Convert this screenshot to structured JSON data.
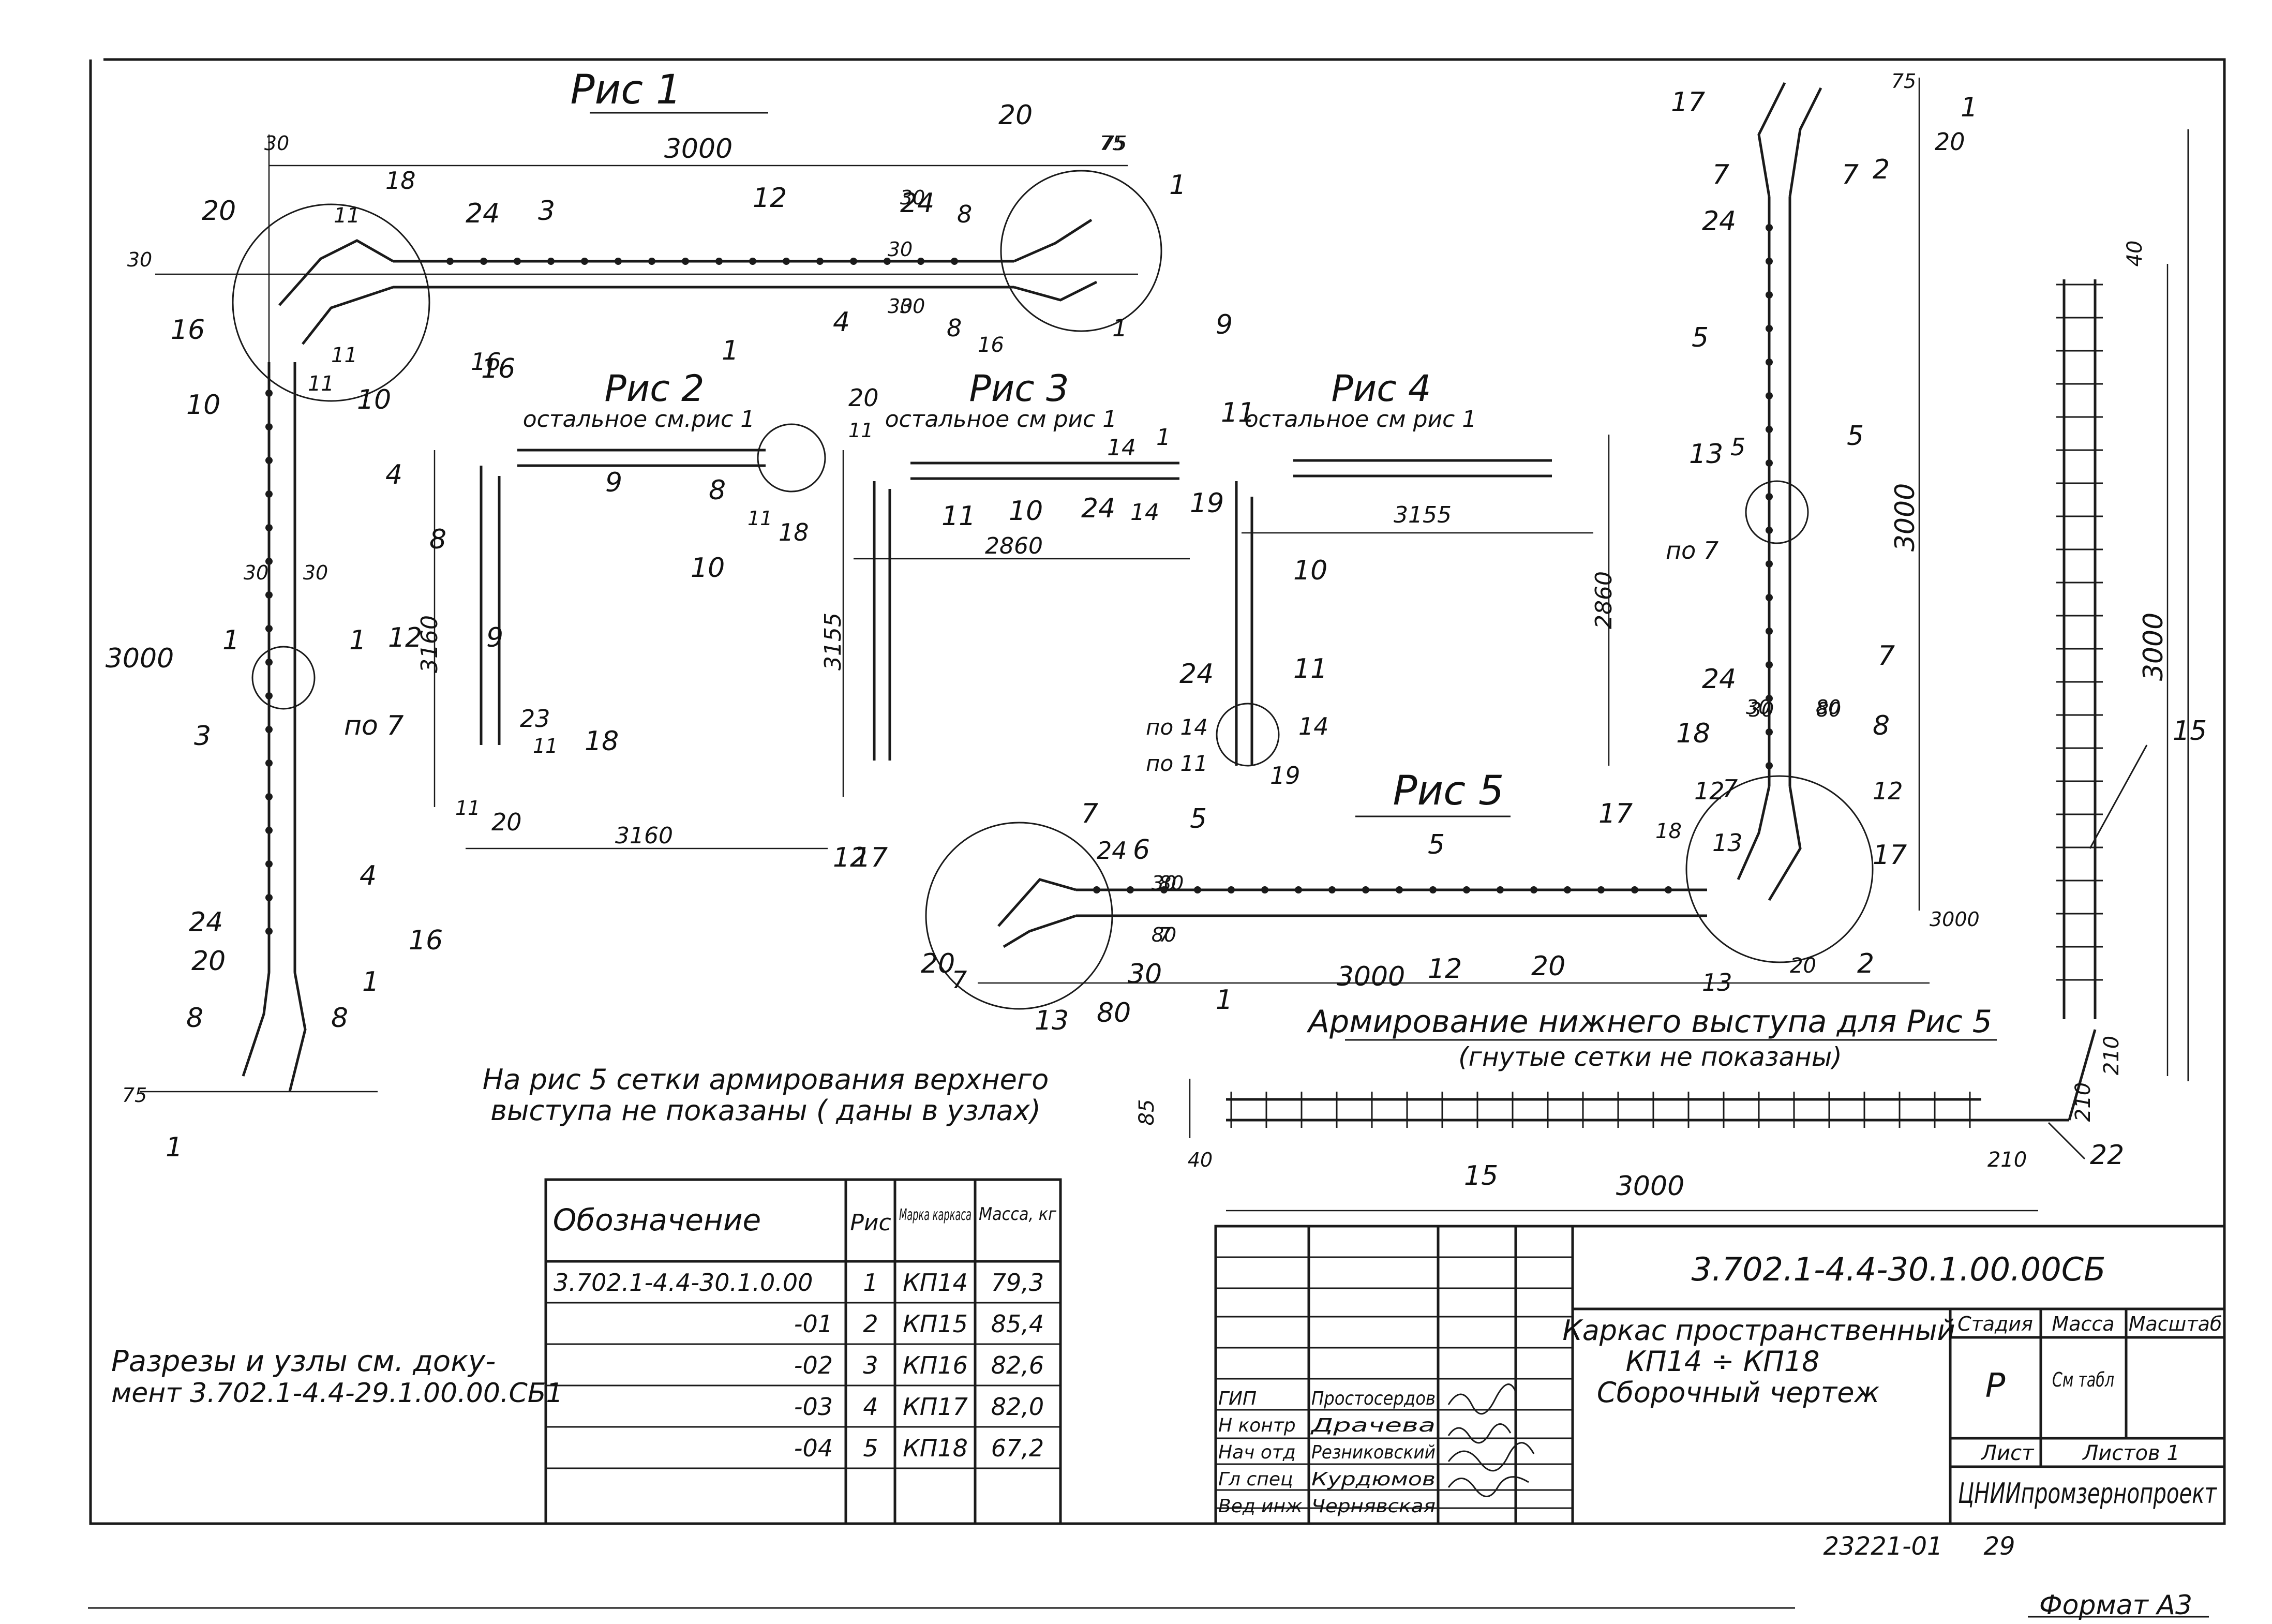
{
  "figures": {
    "fig1": {
      "title": "Рис 1",
      "dims": [
        "3000",
        "30",
        "30",
        "75",
        "30",
        "30",
        "30",
        "30",
        "3000",
        "75"
      ],
      "callouts": [
        "20",
        "18",
        "11",
        "11",
        "24",
        "3",
        "12",
        "24",
        "8",
        "20",
        "75",
        "1",
        "16",
        "4",
        "30",
        "30",
        "8",
        "16",
        "1",
        "9",
        "1",
        "16",
        "10",
        "10",
        "11",
        "4",
        "16",
        "1",
        "1",
        "12",
        "по 7",
        "3",
        "4",
        "24",
        "16",
        "20",
        "1",
        "8",
        "8",
        "1"
      ]
    },
    "fig2": {
      "title": "Рис 2",
      "subtitle": "остальное см.рис 1",
      "dims": [
        "3160",
        "3160"
      ],
      "callouts": [
        "20",
        "11",
        "9",
        "8",
        "18",
        "10",
        "11",
        "8",
        "9",
        "23",
        "11",
        "18",
        "11",
        "20"
      ]
    },
    "fig3": {
      "title": "Рис 3",
      "subtitle": "остальное см рис 1",
      "dims": [
        "2860",
        "3155"
      ],
      "callouts": [
        "11",
        "14",
        "1",
        "11",
        "10",
        "24",
        "14",
        "19",
        "12"
      ]
    },
    "fig4": {
      "title": "Рис 4",
      "subtitle": "остальное см рис 1",
      "dims": [
        "3155",
        "2860"
      ],
      "callouts": [
        "10",
        "11",
        "24",
        "по 14",
        "14",
        "по 11",
        "19"
      ]
    },
    "fig5": {
      "title": "Рис 5",
      "dims": [
        "3000",
        "3000",
        "30",
        "80",
        "30",
        "80",
        "75"
      ],
      "callouts": [
        "1",
        "20",
        "17",
        "2",
        "7",
        "7",
        "24",
        "24",
        "5",
        "5",
        "13",
        "по 7",
        "5",
        "7",
        "7",
        "30",
        "80",
        "8",
        "18",
        "12",
        "12",
        "17",
        "17",
        "13",
        "13",
        "18",
        "20",
        "2",
        "7",
        "24",
        "6",
        "5",
        "5",
        "12",
        "17",
        "30",
        "80",
        "7",
        "20",
        "13",
        "1",
        "20",
        "7",
        "80",
        "3000"
      ]
    },
    "lower": {
      "title": "Армирование нижнего выступа для Рис 5",
      "subtitle": "(гнутые сетки не показаны)",
      "dims": [
        "40",
        "3000",
        "210",
        "85",
        "40",
        "3000",
        "210",
        "210"
      ],
      "callouts": [
        "15",
        "15",
        "22"
      ]
    }
  },
  "notes": {
    "fig5_note_line1": "На рис 5  сетки армирования верхнего",
    "fig5_note_line2": "выступа не показаны ( даны в узлах)",
    "sections_line1": "Разрезы и узлы см. доку-",
    "sections_line2": "мент 3.702.1-4.4-29.1.00.00.СБ1"
  },
  "spec_table": {
    "headers": [
      "Обозначение",
      "Рис",
      "Марка каркаса",
      "Масса, кг"
    ],
    "rows": [
      [
        "3.702.1-4.4-30.1.0.00",
        "1",
        "КП14",
        "79,3"
      ],
      [
        "-01",
        "2",
        "КП15",
        "85,4"
      ],
      [
        "-02",
        "3",
        "КП16",
        "82,6"
      ],
      [
        "-03",
        "4",
        "КП17",
        "82,0"
      ],
      [
        "-04",
        "5",
        "КП18",
        "67,2"
      ]
    ]
  },
  "title_block": {
    "doc_code": "3.702.1-4.4-30.1.00.00СБ",
    "title_line1": "Каркас пространственный",
    "title_line2": "КП14 ÷ КП18",
    "title_line3": "Сборочный чертеж",
    "stage_label": "Стадия",
    "stage_value": "Р",
    "mass_label": "Масса",
    "mass_value": "См табл",
    "scale_label": "Масштаб",
    "sheet_label": "Лист",
    "sheets_label": "Листов 1",
    "org": "ЦНИИпромзернопроект",
    "roles": [
      {
        "role": "ГИП",
        "name": "Простосердов"
      },
      {
        "role": "Н контр",
        "name": "Драчева"
      },
      {
        "role": "Нач отд",
        "name": "Резниковский"
      },
      {
        "role": "Гл спец",
        "name": "Курдюмов"
      },
      {
        "role": "Вед инж",
        "name": "Чернявская"
      }
    ]
  },
  "footer": {
    "inventory": "23221-01",
    "page": "29",
    "format": "Формат А3"
  }
}
